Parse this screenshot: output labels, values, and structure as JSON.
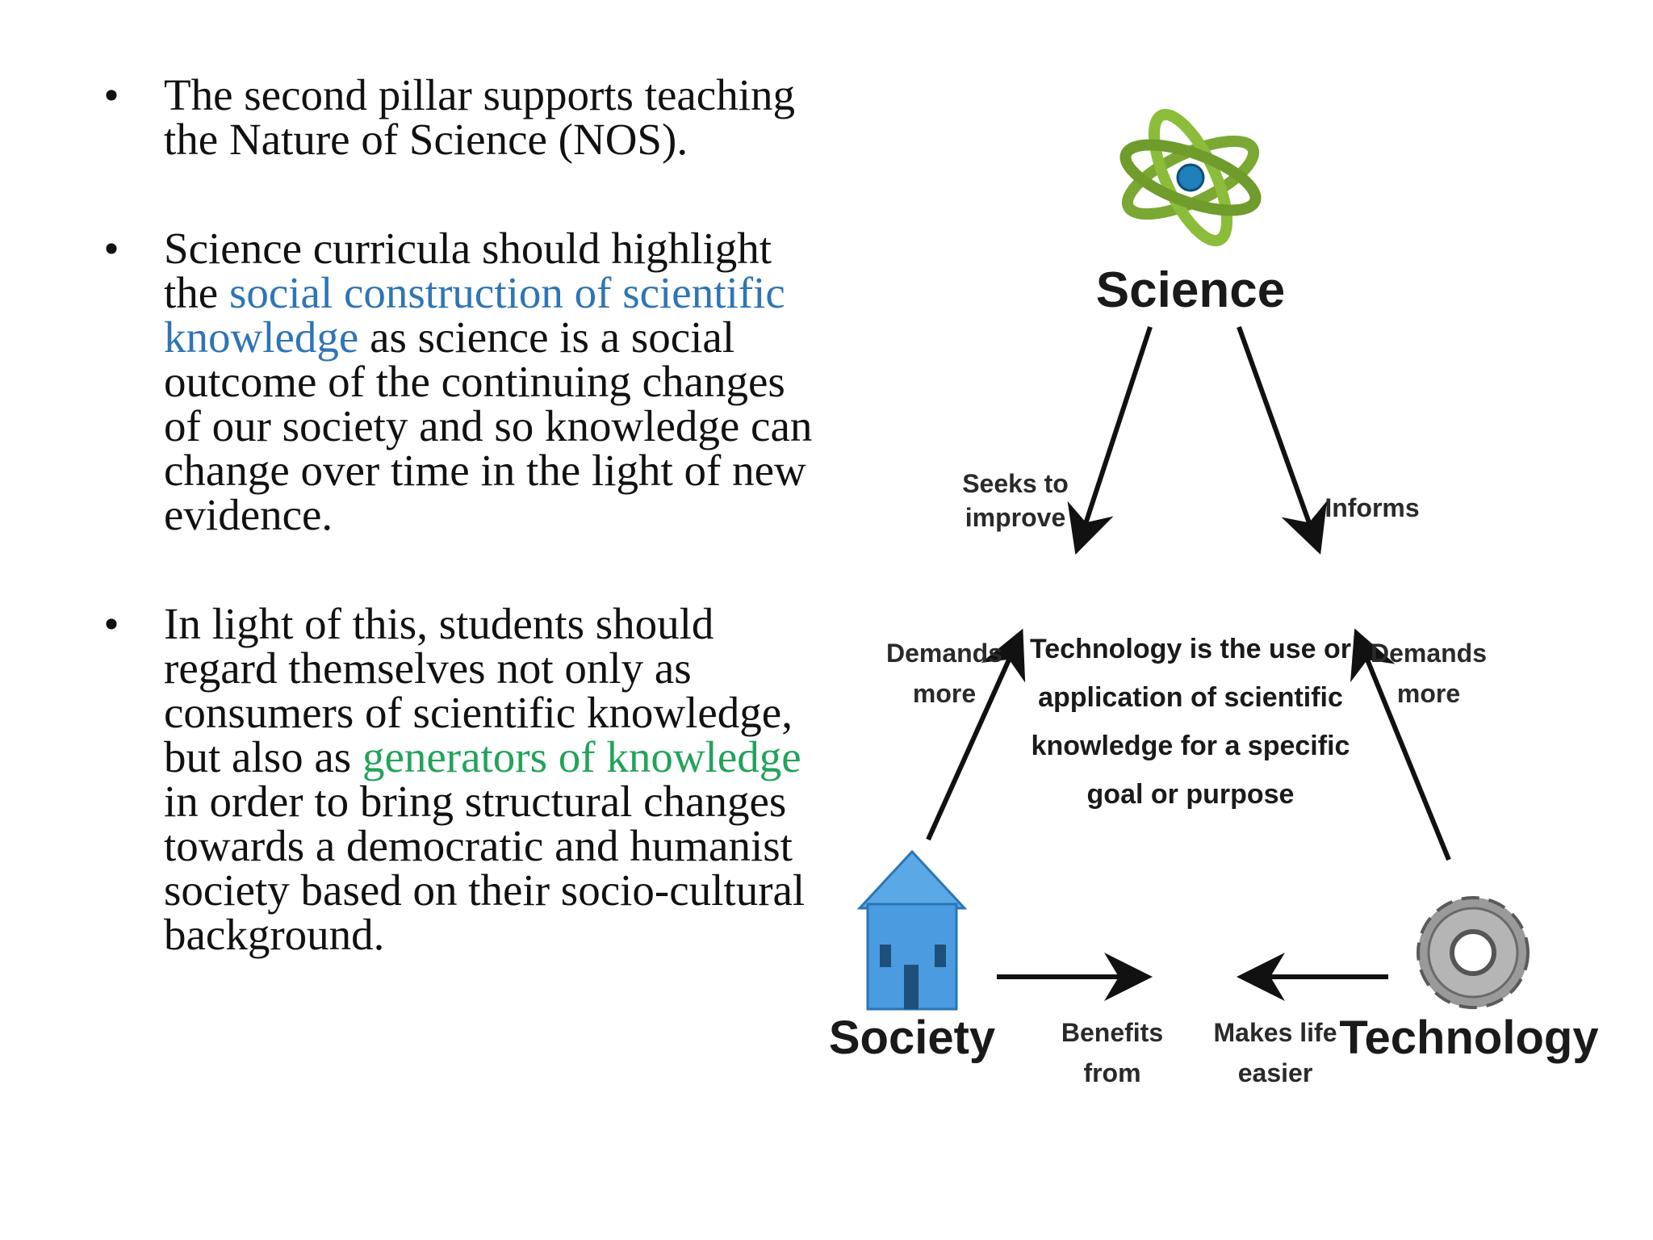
{
  "bullets": [
    {
      "segments": [
        {
          "text": "The second pillar supports teaching the Nature of Science (NOS).",
          "style": "normal"
        }
      ]
    },
    {
      "segments": [
        {
          "text": "Science curricula should highlight the ",
          "style": "normal"
        },
        {
          "text": "social construction of scientific knowledge",
          "style": "blue"
        },
        {
          "text": " as science is a social outcome of the continuing changes of our society and so knowledge can change over time in the light of new evidence.",
          "style": "normal"
        }
      ]
    },
    {
      "segments": [
        {
          "text": "In light of this, students should regard themselves not only as consumers of scientific knowledge, but also as ",
          "style": "normal"
        },
        {
          "text": "generators of knowledge",
          "style": "green"
        },
        {
          "text": " in order to bring structural changes towards a democratic and humanist society based on their socio-cultural background.",
          "style": "normal"
        }
      ]
    }
  ],
  "bullet_symbol": "•",
  "colors": {
    "highlight_blue": "#2e75b6",
    "highlight_green": "#22a35a"
  },
  "diagram": {
    "nodes": {
      "science": {
        "label": "Science",
        "icon": "atom-icon"
      },
      "society": {
        "label": "Society",
        "icon": "house-icon"
      },
      "technology": {
        "label": "Technology",
        "icon": "gear-icon"
      }
    },
    "center_text": [
      "Technology is the use or",
      "application of scientific",
      "knowledge for a specific",
      "goal or purpose"
    ],
    "edge_labels": {
      "seeks_to_improve": [
        "Seeks to",
        "improve"
      ],
      "informs": [
        "Informs"
      ],
      "demands_more_left": [
        "Demands",
        "more"
      ],
      "demands_more_right": [
        "Demands",
        "more"
      ],
      "benefits_from": [
        "Benefits",
        "from"
      ],
      "makes_life_easier": [
        "Makes life",
        "easier"
      ]
    }
  }
}
